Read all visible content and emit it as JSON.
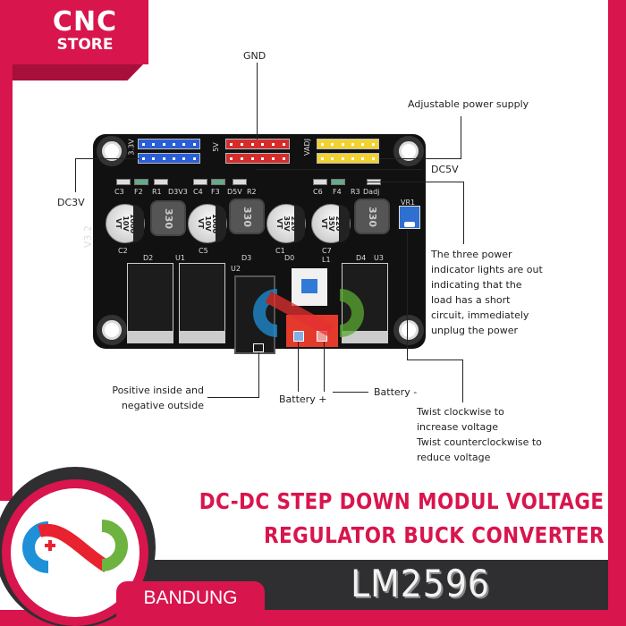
{
  "brand": {
    "line1": "CNC",
    "line2": "STORE",
    "location": "BANDUNG",
    "accent_color": "#d8154d",
    "dark_color": "#2f2f31"
  },
  "product": {
    "title_line1": "DC-DC STEP DOWN MODUL VOLTAGE",
    "title_line2": "REGULATOR BUCK CONVERTER",
    "model": "LM2596"
  },
  "board": {
    "silkscreen": {
      "version": "V3.2",
      "header_left": "3.3V",
      "header_mid": "5V",
      "header_right": "VADJ",
      "refs": [
        "C3",
        "F2",
        "R1",
        "D3V3",
        "C4",
        "F3",
        "D5V",
        "R2",
        "C6",
        "F4",
        "R3",
        "Dadj",
        "VR1",
        "C2",
        "C5",
        "C1",
        "C7",
        "D2",
        "U1",
        "D3",
        "U2",
        "D0",
        "L1",
        "U3",
        "D4"
      ]
    },
    "capacitors": [
      {
        "value": "1000",
        "voltage": "10V",
        "series": "VT"
      },
      {
        "value": "1000",
        "voltage": "10V",
        "series": "VT"
      },
      {
        "value": "220",
        "voltage": "35V",
        "series": "VT"
      },
      {
        "value": "220",
        "voltage": "35V",
        "series": "VT"
      }
    ],
    "inductors": [
      "330",
      "330",
      "330"
    ]
  },
  "callouts": {
    "gnd": "GND",
    "adjustable": "Adjustable power supply",
    "dc5v": "DC5V",
    "dc3v": "DC3V",
    "indicator": [
      "The three power",
      "indicator lights are out",
      "indicating that the",
      "load has a short",
      "circuit, immediately",
      "unplug the power"
    ],
    "jack": [
      "Positive inside and",
      "negative outside"
    ],
    "battery_plus": "Battery +",
    "battery_minus": "Battery -",
    "twist": [
      "Twist clockwise to",
      "increase voltage",
      "Twist counterclockwise to",
      "reduce voltage"
    ]
  }
}
